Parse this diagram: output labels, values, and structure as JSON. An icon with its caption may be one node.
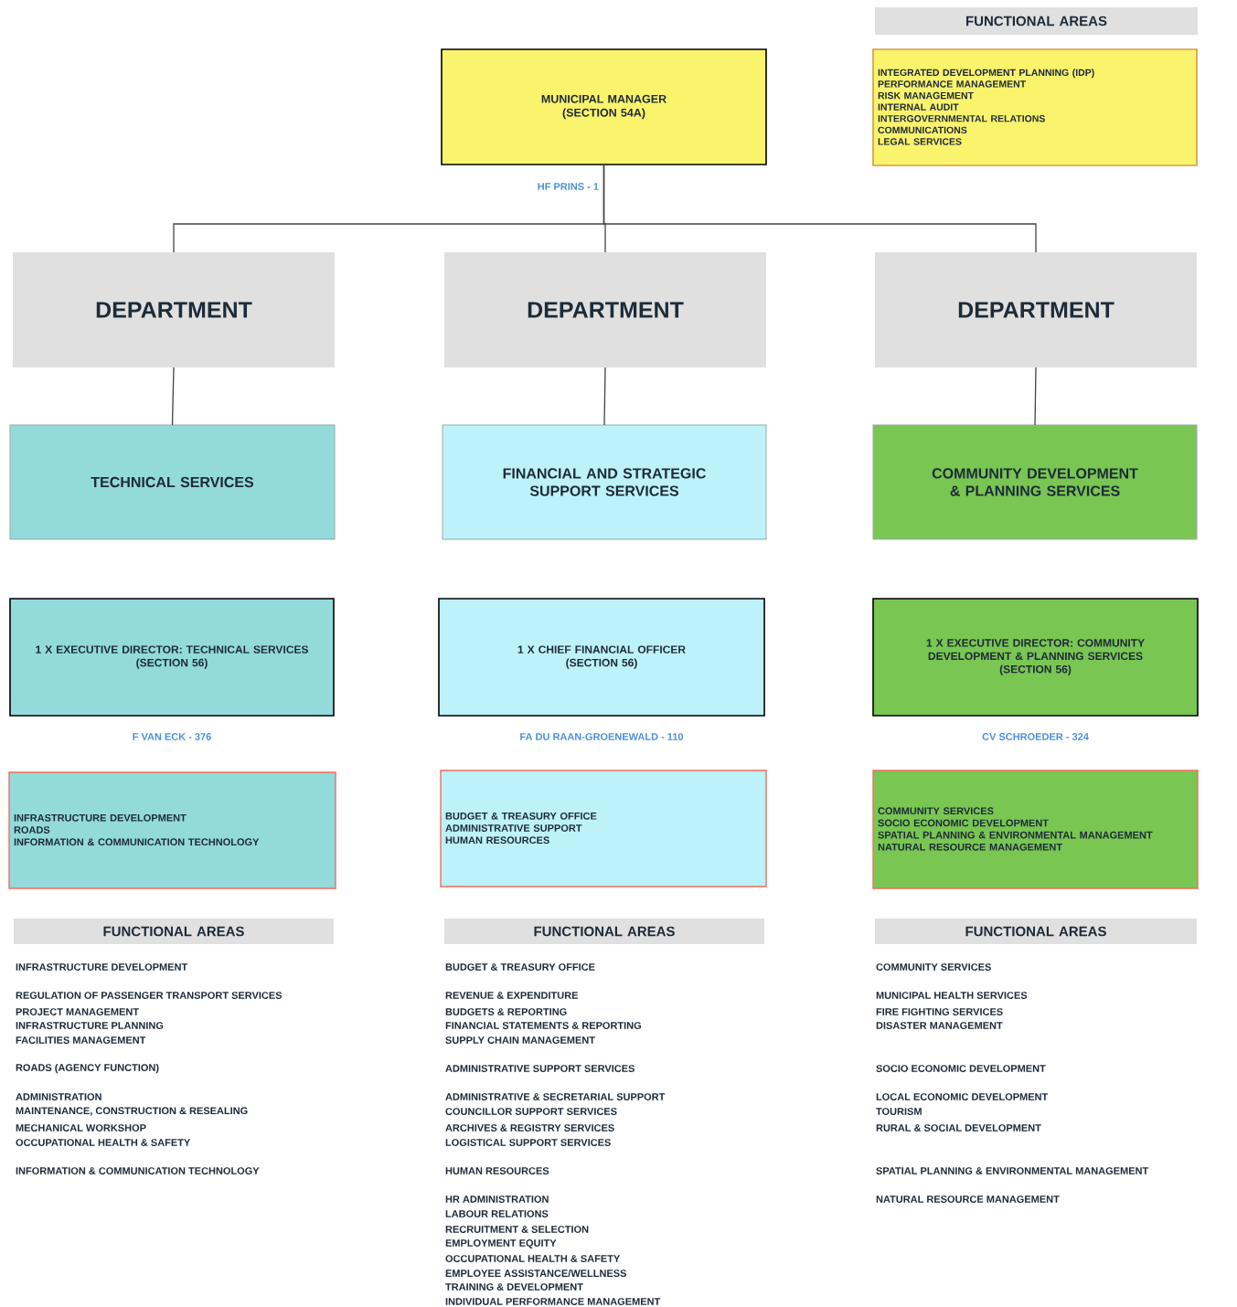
{
  "diagram": {
    "nodes": [
      {
        "text": [
          "MUNICIPAL MANAGER",
          "(SECTION 54A)"
        ],
        "beside": [
          "HF PRINS - 1"
        ]
      },
      {
        "text": [
          "FUNCTIONAL AREAS"
        ]
      },
      {
        "text": [
          "INTEGRATED DEVELOPMENT PLANNING (IDP)",
          "PERFORMANCE MANAGEMENT",
          "RISK MANAGEMENT",
          "INTERNAL AUDIT",
          "INTERGOVERNMENTAL RELATIONS",
          "COMMUNICATIONS",
          "LEGAL SERVICES"
        ]
      },
      {
        "text": [
          "DEPARTMENT"
        ]
      },
      {
        "text": [
          "DEPARTMENT"
        ]
      },
      {
        "text": [
          "DEPARTMENT"
        ]
      },
      {
        "text": [
          "TECHNICAL SERVICES"
        ]
      },
      {
        "text": [
          "FINANCIAL AND STRATEGIC SUPPORT SERVICES"
        ]
      },
      {
        "text": [
          "COMMUNITY DEVELOPMENT & PLANNING SERVICES"
        ]
      },
      {
        "text": [
          "1 X EXECUTIVE DIRECTOR: TECHNICAL SERVICES",
          "(SECTION 56)"
        ],
        "beside": [
          "F VAN ECK - 376"
        ]
      },
      {
        "text": [
          "1 X CHIEF FINANCIAL OFFICER",
          "(SECTION 56)"
        ],
        "beside": [
          "FA DU RAAN-GROENEWALD - 110"
        ]
      },
      {
        "text": [
          "1 X EXECUTIVE DIRECTOR: COMMUNITY DEVELOPMENT & PLANNING SERVICES",
          "(SECTION 56)"
        ],
        "beside": [
          "CV SCHROEDER - 324"
        ]
      },
      {
        "text": [
          "INFRASTRUCTURE DEVELOPMENT",
          "ROADS",
          "INFORMATION & COMMUNICATION TECHNOLOGY"
        ]
      },
      {
        "text": [
          "BUDGET & TREASURY OFFICE",
          "ADMINISTRATIVE SUPPORT",
          "HUMAN RESOURCES"
        ]
      },
      {
        "text": [
          "COMMUNITY SERVICES",
          "SOCIO ECONOMIC DEVELOPMENT",
          "SPATIAL PLANNING & ENVIRONMENTAL MANAGEMENT",
          "NATURAL RESOURCE MANAGEMENT"
        ]
      },
      {
        "text": [
          "FUNCTIONAL AREAS"
        ]
      },
      {
        "text": [
          "FUNCTIONAL AREAS"
        ]
      },
      {
        "text": [
          "FUNCTIONAL AREAS"
        ]
      }
    ],
    "edges": [
      {
        "from": 0,
        "to": 3,
        "arrow": "none"
      },
      {
        "from": 0,
        "to": 4,
        "arrow": "none"
      },
      {
        "from": 0,
        "to": 5,
        "arrow": "none"
      },
      {
        "from": 3,
        "to": 6,
        "arrow": "none"
      },
      {
        "from": 4,
        "to": 7,
        "arrow": "none"
      },
      {
        "from": 5,
        "to": 8,
        "arrow": "none"
      }
    ],
    "labels": [
      "INFRASTRUCTURE DEVELOPMENT",
      "REGULATION OF PASSENGER TRANSPORT SERVICES",
      "PROJECT MANAGEMENT",
      "INFRASTRUCTURE PLANNING",
      "FACILITIES MANAGEMENT",
      "ROADS (AGENCY FUNCTION)",
      "ADMINISTRATION",
      "MAINTENANCE, CONSTRUCTION & RESEALING",
      "MECHANICAL WORKSHOP",
      "OCCUPATIONAL HEALTH & SAFETY",
      "INFORMATION & COMMUNICATION TECHNOLOGY",
      "BUDGET & TREASURY OFFICE",
      "REVENUE & EXPENDITURE",
      "BUDGETS & REPORTING",
      "FINANCIAL STATEMENTS & REPORTING",
      "SUPPLY CHAIN MANAGEMENT",
      "ADMINISTRATIVE SUPPORT SERVICES",
      "ADMINISTRATIVE & SECRETARIAL SUPPORT",
      "COUNCILLOR SUPPORT SERVICES",
      "ARCHIVES & REGISTRY SERVICES",
      "LOGISTICAL SUPPORT SERVICES",
      "HUMAN RESOURCES",
      "HR ADMINISTRATION",
      "LABOUR RELATIONS",
      "RECRUITMENT & SELECTION",
      "EMPLOYMENT EQUITY",
      "OCCUPATIONAL HEALTH & SAFETY",
      "EMPLOYEE ASSISTANCE/WELLNESS",
      "TRAINING & DEVELOPMENT",
      "INDIVIDUAL PERFORMANCE MANAGEMENT",
      "COMMUNITY SERVICES",
      "MUNICIPAL HEALTH SERVICES",
      "FIRE FIGHTING SERVICES",
      "DISASTER MANAGEMENT",
      "SOCIO ECONOMIC DEVELOPMENT",
      "LOCAL ECONOMIC DEVELOPMENT",
      "TOURISM",
      "RURAL & SOCIAL DEVELOPMENT",
      "SPATIAL PLANNING & ENVIRONMENTAL MANAGEMENT",
      "NATURAL RESOURCE MANAGEMENT"
    ]
  }
}
